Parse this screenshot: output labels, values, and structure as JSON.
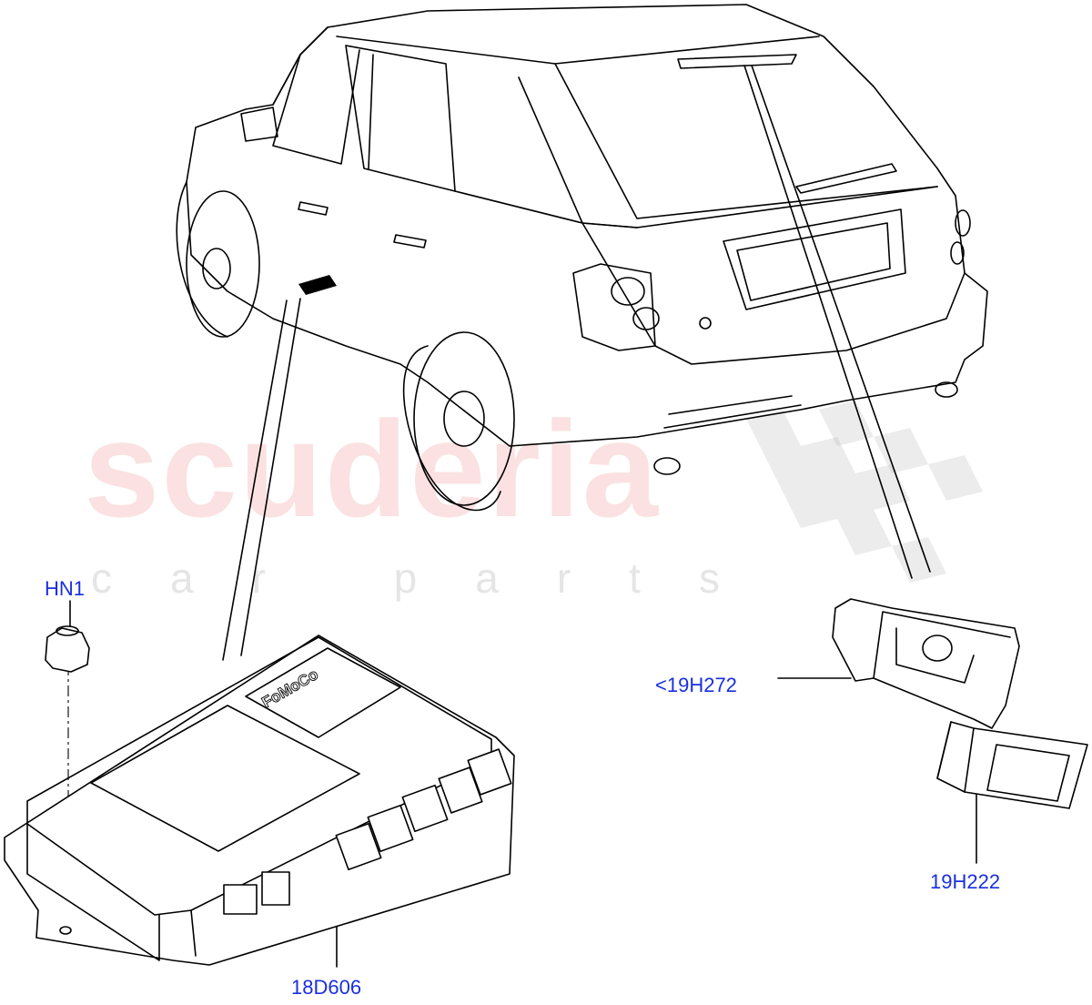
{
  "watermark": {
    "brand": "scuderia",
    "tagline": "car parts"
  },
  "callouts": {
    "hn1": "HN1",
    "part_19h272": "<19H272",
    "part_19h222": "19H222",
    "part_18d606": "18D606"
  },
  "module_label": {
    "logo": "FoMoCo"
  },
  "colors": {
    "callout": "#1a2fe0",
    "watermark_text": "#eb7878",
    "line_art": "#000000"
  }
}
